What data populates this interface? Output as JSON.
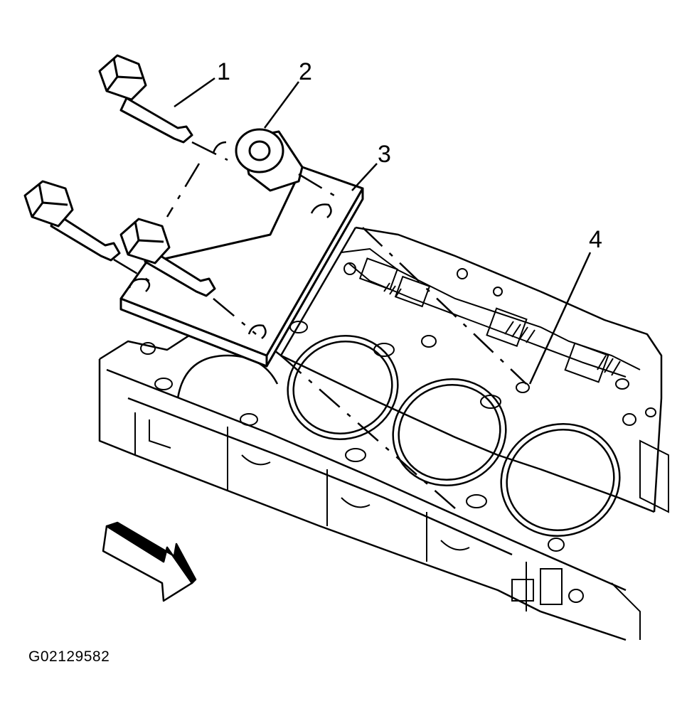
{
  "callouts": {
    "c1": "1",
    "c2": "2",
    "c3": "3",
    "c4": "4"
  },
  "figure_id": "G02129582",
  "colors": {
    "line": "#000000",
    "background": "#ffffff"
  },
  "icons": {
    "direction_arrow": "front-direction-arrow-icon"
  }
}
